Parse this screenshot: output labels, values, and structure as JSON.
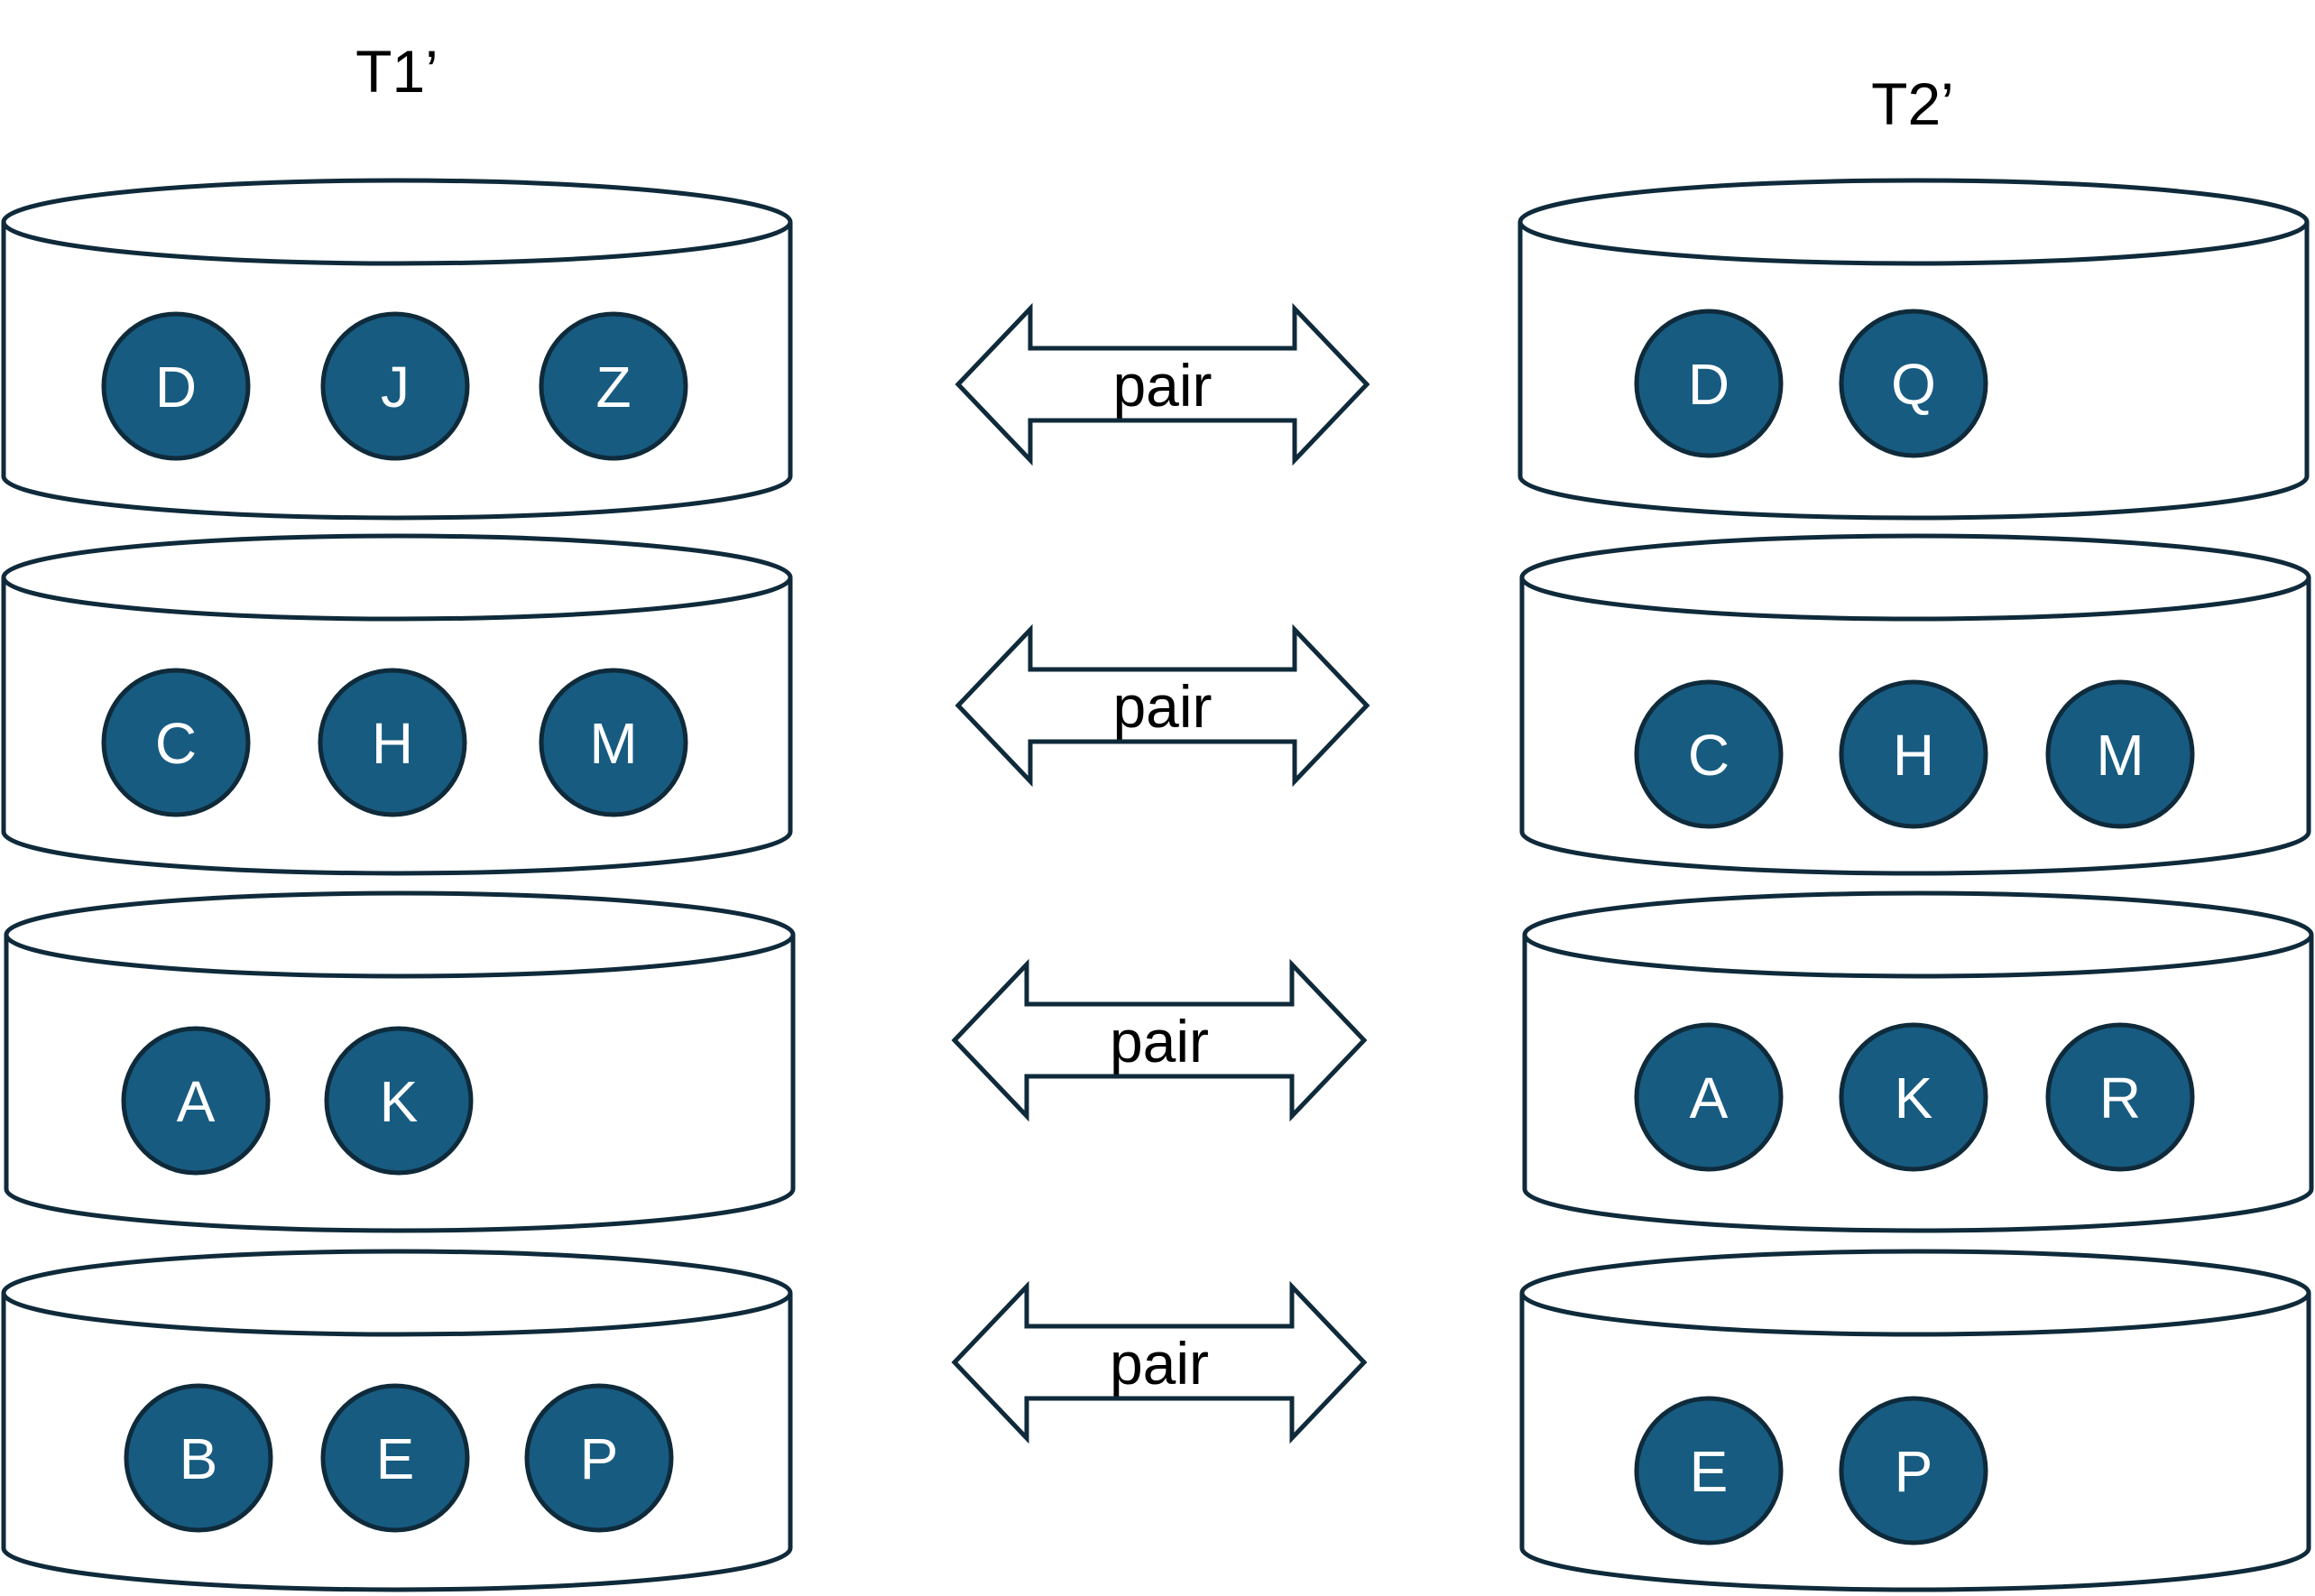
{
  "diagram": {
    "left_title": "T1’",
    "right_title": "T2’",
    "pair_label": "pair",
    "colors": {
      "stroke": "#0f2a3a",
      "node_fill": "#175b80",
      "node_text": "#ffffff"
    },
    "rows": [
      {
        "left": [
          "D",
          "J",
          "Z"
        ],
        "right": [
          "D",
          "Q"
        ]
      },
      {
        "left": [
          "C",
          "H",
          "M"
        ],
        "right": [
          "C",
          "H",
          "M"
        ]
      },
      {
        "left": [
          "A",
          "K"
        ],
        "right": [
          "A",
          "K",
          "R"
        ]
      },
      {
        "left": [
          "B",
          "E",
          "P"
        ],
        "right": [
          "E",
          "P"
        ]
      }
    ]
  }
}
